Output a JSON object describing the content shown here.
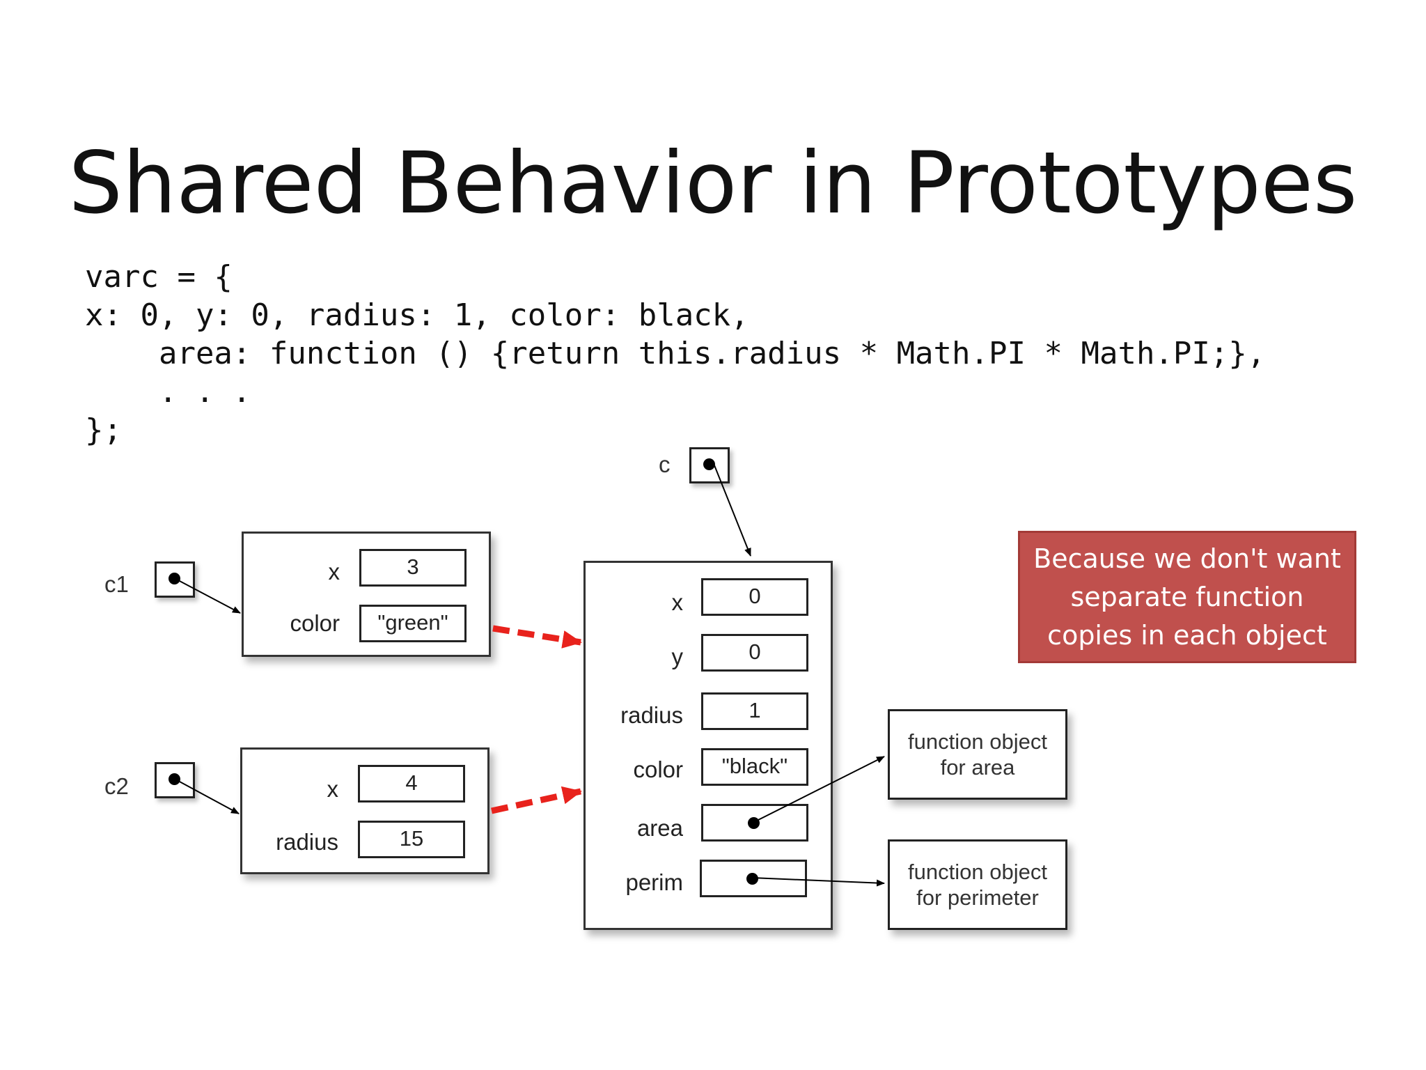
{
  "title": "Shared Behavior in Prototypes",
  "code": [
    "varc = {",
    "x: 0, y: 0, radius: 1, color: black,",
    "    area: function () {return this.radius * Math.PI * Math.PI;},",
    "    . . .",
    "};"
  ],
  "diagram": {
    "vars": {
      "c": "c",
      "c1": "c1",
      "c2": "c2"
    },
    "c1_object": {
      "fields": [
        {
          "label": "x",
          "value": "3"
        },
        {
          "label": "color",
          "value": "\"green\""
        }
      ]
    },
    "c2_object": {
      "fields": [
        {
          "label": "x",
          "value": "4"
        },
        {
          "label": "radius",
          "value": "15"
        }
      ]
    },
    "prototype_object": {
      "fields": [
        {
          "label": "x",
          "value": "0"
        },
        {
          "label": "y",
          "value": "0"
        },
        {
          "label": "radius",
          "value": "1"
        },
        {
          "label": "color",
          "value": "\"black\""
        },
        {
          "label": "area",
          "value": ""
        },
        {
          "label": "perim",
          "value": ""
        }
      ]
    },
    "function_objects": {
      "area": [
        "function object",
        "for area"
      ],
      "perim": [
        "function object",
        "for perimeter"
      ]
    },
    "colors": {
      "prototype_link": "#e8221c",
      "callout_bg": "#c0504d"
    }
  },
  "callout": [
    "Because we don't want",
    "separate function",
    "copies in each object"
  ]
}
